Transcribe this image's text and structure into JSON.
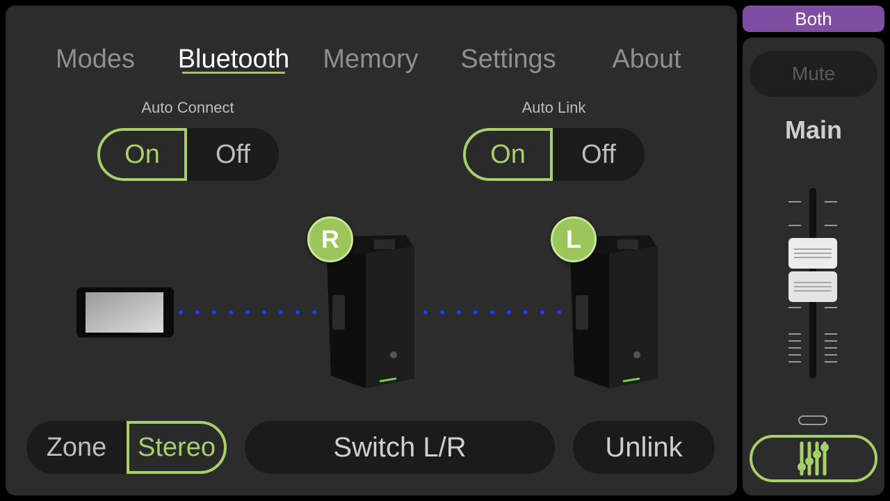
{
  "tabs": [
    {
      "label": "Modes",
      "active": false
    },
    {
      "label": "Bluetooth",
      "active": true
    },
    {
      "label": "Memory",
      "active": false
    },
    {
      "label": "Settings",
      "active": false
    },
    {
      "label": "About",
      "active": false
    }
  ],
  "auto_connect": {
    "label": "Auto Connect",
    "on_label": "On",
    "off_label": "Off",
    "selected": "On"
  },
  "auto_link": {
    "label": "Auto Link",
    "on_label": "On",
    "off_label": "Off",
    "selected": "On"
  },
  "speakers": {
    "right_badge": "R",
    "left_badge": "L"
  },
  "mode_toggle": {
    "zone_label": "Zone",
    "stereo_label": "Stereo",
    "selected": "Stereo"
  },
  "buttons": {
    "switch_lr": "Switch L/R",
    "unlink": "Unlink"
  },
  "sidebar": {
    "target": "Both",
    "mute": "Mute",
    "channel": "Main",
    "fader_icon": "mixer-sliders-icon"
  },
  "colors": {
    "accent": "#a7d06a",
    "badge": "#9cc65a",
    "target": "#7f4ea3",
    "link_dots": "#1f3cff"
  }
}
